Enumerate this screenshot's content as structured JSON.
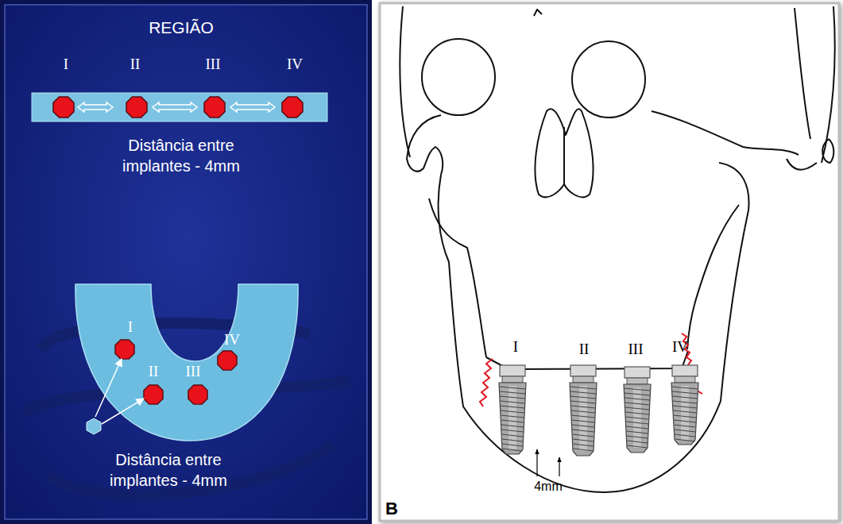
{
  "diagram": {
    "labels": [
      "REGIÃO",
      "I",
      "II",
      "III",
      "IV",
      "Distância entre implantes - 4mm",
      "I",
      "IV",
      "II",
      "III",
      "Distância entre implantes - 4mm",
      "I",
      "II",
      "III",
      "IV",
      "4mm",
      "B"
    ]
  }
}
